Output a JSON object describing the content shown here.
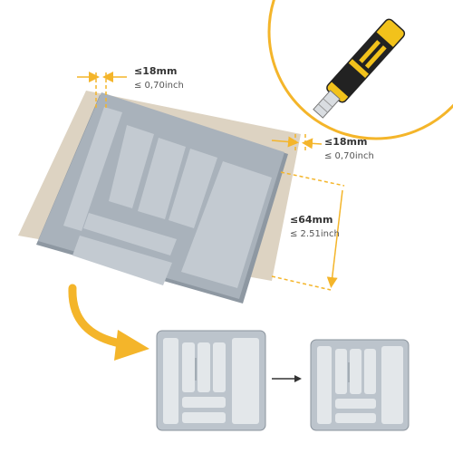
{
  "colors": {
    "accent": "#f4b52a",
    "tray": "#a9b2bb",
    "tray_shadow": "#8e98a2",
    "compartment": "#c3cad1",
    "board": "#ddd3c2"
  },
  "dimensions": {
    "top_left": {
      "metric": "≤18mm",
      "imperial": "≤ 0,70inch"
    },
    "top_right": {
      "metric": "≤18mm",
      "imperial": "≤ 0,70inch"
    },
    "height": {
      "metric": "≤64mm",
      "imperial": "≤ 2.51inch"
    }
  },
  "icons": [
    "cutter-knife-icon",
    "curved-arrow-icon",
    "right-arrow-icon"
  ]
}
